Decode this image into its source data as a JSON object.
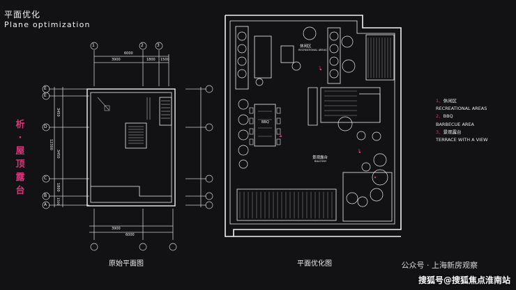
{
  "header": {
    "title_cn": "平面优化",
    "title_en": "Plane optimization"
  },
  "side_label": [
    "析",
    "·",
    "屋",
    "顶",
    "露",
    "台"
  ],
  "captions": {
    "original": "原始平面图",
    "optimized": "平面优化图"
  },
  "dims": {
    "top_total": "6000",
    "top_a": "3900",
    "top_b": "1800",
    "top_c": "1500",
    "bottom_a": "3900",
    "bottom_total": "6000",
    "left_a": "3450",
    "left_b": "3450",
    "left_total": "12300",
    "left_c": "1800",
    "left_d": "1500"
  },
  "axes_top": [
    "1",
    "2",
    "3"
  ],
  "axes_side": [
    "E",
    "E",
    "D",
    "C",
    "B",
    "A"
  ],
  "room_labels": {
    "recreation_cn": "休闲区",
    "recreation_en": "RECREATIONAL AREAS",
    "bbq": "BBQ",
    "balcony_cn": "景观露台",
    "balcony_en": "BALCONY"
  },
  "markers": [
    "1",
    "2",
    "3"
  ],
  "legend": [
    {
      "num": "1、",
      "cn": "休闲区",
      "en": "RECREATIONAL AREAS"
    },
    {
      "num": "2、",
      "cn": "BBQ",
      "en": "BARBECUE AREA"
    },
    {
      "num": "3、",
      "cn": "景观露台",
      "en": "TERRACE WITH A VIEW"
    }
  ],
  "watermark": {
    "line1": "公众号 · 上海新房观察",
    "line2": "搜狐号@搜狐焦点淮南站"
  },
  "colors": {
    "accent": "#e0337a",
    "line": "#f2f2f2",
    "bg": "#121214"
  }
}
